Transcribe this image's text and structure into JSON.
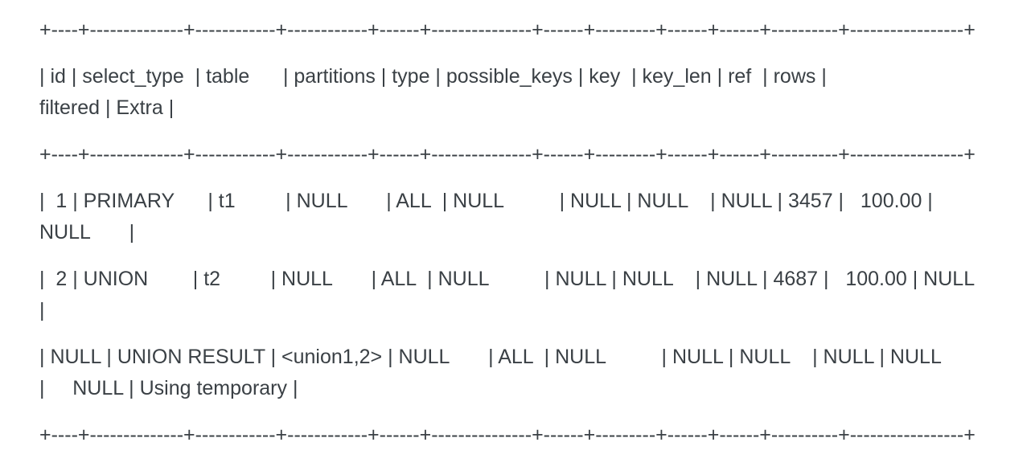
{
  "page": {
    "background": "#ffffff",
    "text_color": "#3a4045",
    "description": "MySQL EXPLAIN query plan output for a UNION query, shown as plain wrapped text"
  },
  "explain": {
    "lines": [
      "+----+--------------+------------+------------+------+---------------+------+---------+------+------+----------+-----------------+",
      "| id | select_type  | table      | partitions | type | possible_keys | key  | key_len | ref  | rows |\nfiltered | Extra |",
      "+----+--------------+------------+------------+------+---------------+------+---------+------+------+----------+-----------------+",
      "|  1 | PRIMARY      | t1         | NULL       | ALL  | NULL          | NULL | NULL    | NULL | 3457 |   100.00 |\nNULL       |",
      "|  2 | UNION        | t2         | NULL       | ALL  | NULL          | NULL | NULL    | NULL | 4687 |   100.00 | NULL\n|",
      "| NULL | UNION RESULT | <union1,2> | NULL       | ALL  | NULL          | NULL | NULL    | NULL | NULL\n|     NULL | Using temporary |",
      "+----+--------------+------------+------------+------+---------------+------+---------+------+------+----------+-----------------+"
    ],
    "table": {
      "columns": [
        "id",
        "select_type",
        "table",
        "partitions",
        "type",
        "possible_keys",
        "key",
        "key_len",
        "ref",
        "rows",
        "filtered",
        "Extra"
      ],
      "rows": [
        [
          "1",
          "PRIMARY",
          "t1",
          "NULL",
          "ALL",
          "NULL",
          "NULL",
          "NULL",
          "NULL",
          "3457",
          "100.00",
          "NULL"
        ],
        [
          "2",
          "UNION",
          "t2",
          "NULL",
          "ALL",
          "NULL",
          "NULL",
          "NULL",
          "NULL",
          "4687",
          "100.00",
          "NULL"
        ],
        [
          "NULL",
          "UNION RESULT",
          "<union1,2>",
          "NULL",
          "ALL",
          "NULL",
          "NULL",
          "NULL",
          "NULL",
          "NULL",
          "NULL",
          "Using temporary"
        ]
      ]
    }
  }
}
